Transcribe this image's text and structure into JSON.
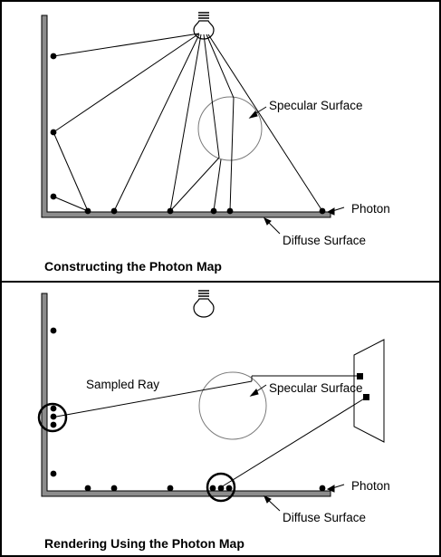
{
  "panel1": {
    "caption": "Constructing the Photon Map",
    "labels": {
      "specular": "Specular Surface",
      "photon": "Photon",
      "diffuse": "Diffuse Surface"
    }
  },
  "panel2": {
    "caption": "Rendering Using the Photon Map",
    "labels": {
      "sampled_ray": "Sampled Ray",
      "specular": "Specular Surface",
      "photon": "Photon",
      "diffuse": "Diffuse Surface"
    }
  },
  "colors": {
    "ink": "#000000",
    "surface": "#8c8c8c",
    "sphere": "#7a7a7a"
  }
}
